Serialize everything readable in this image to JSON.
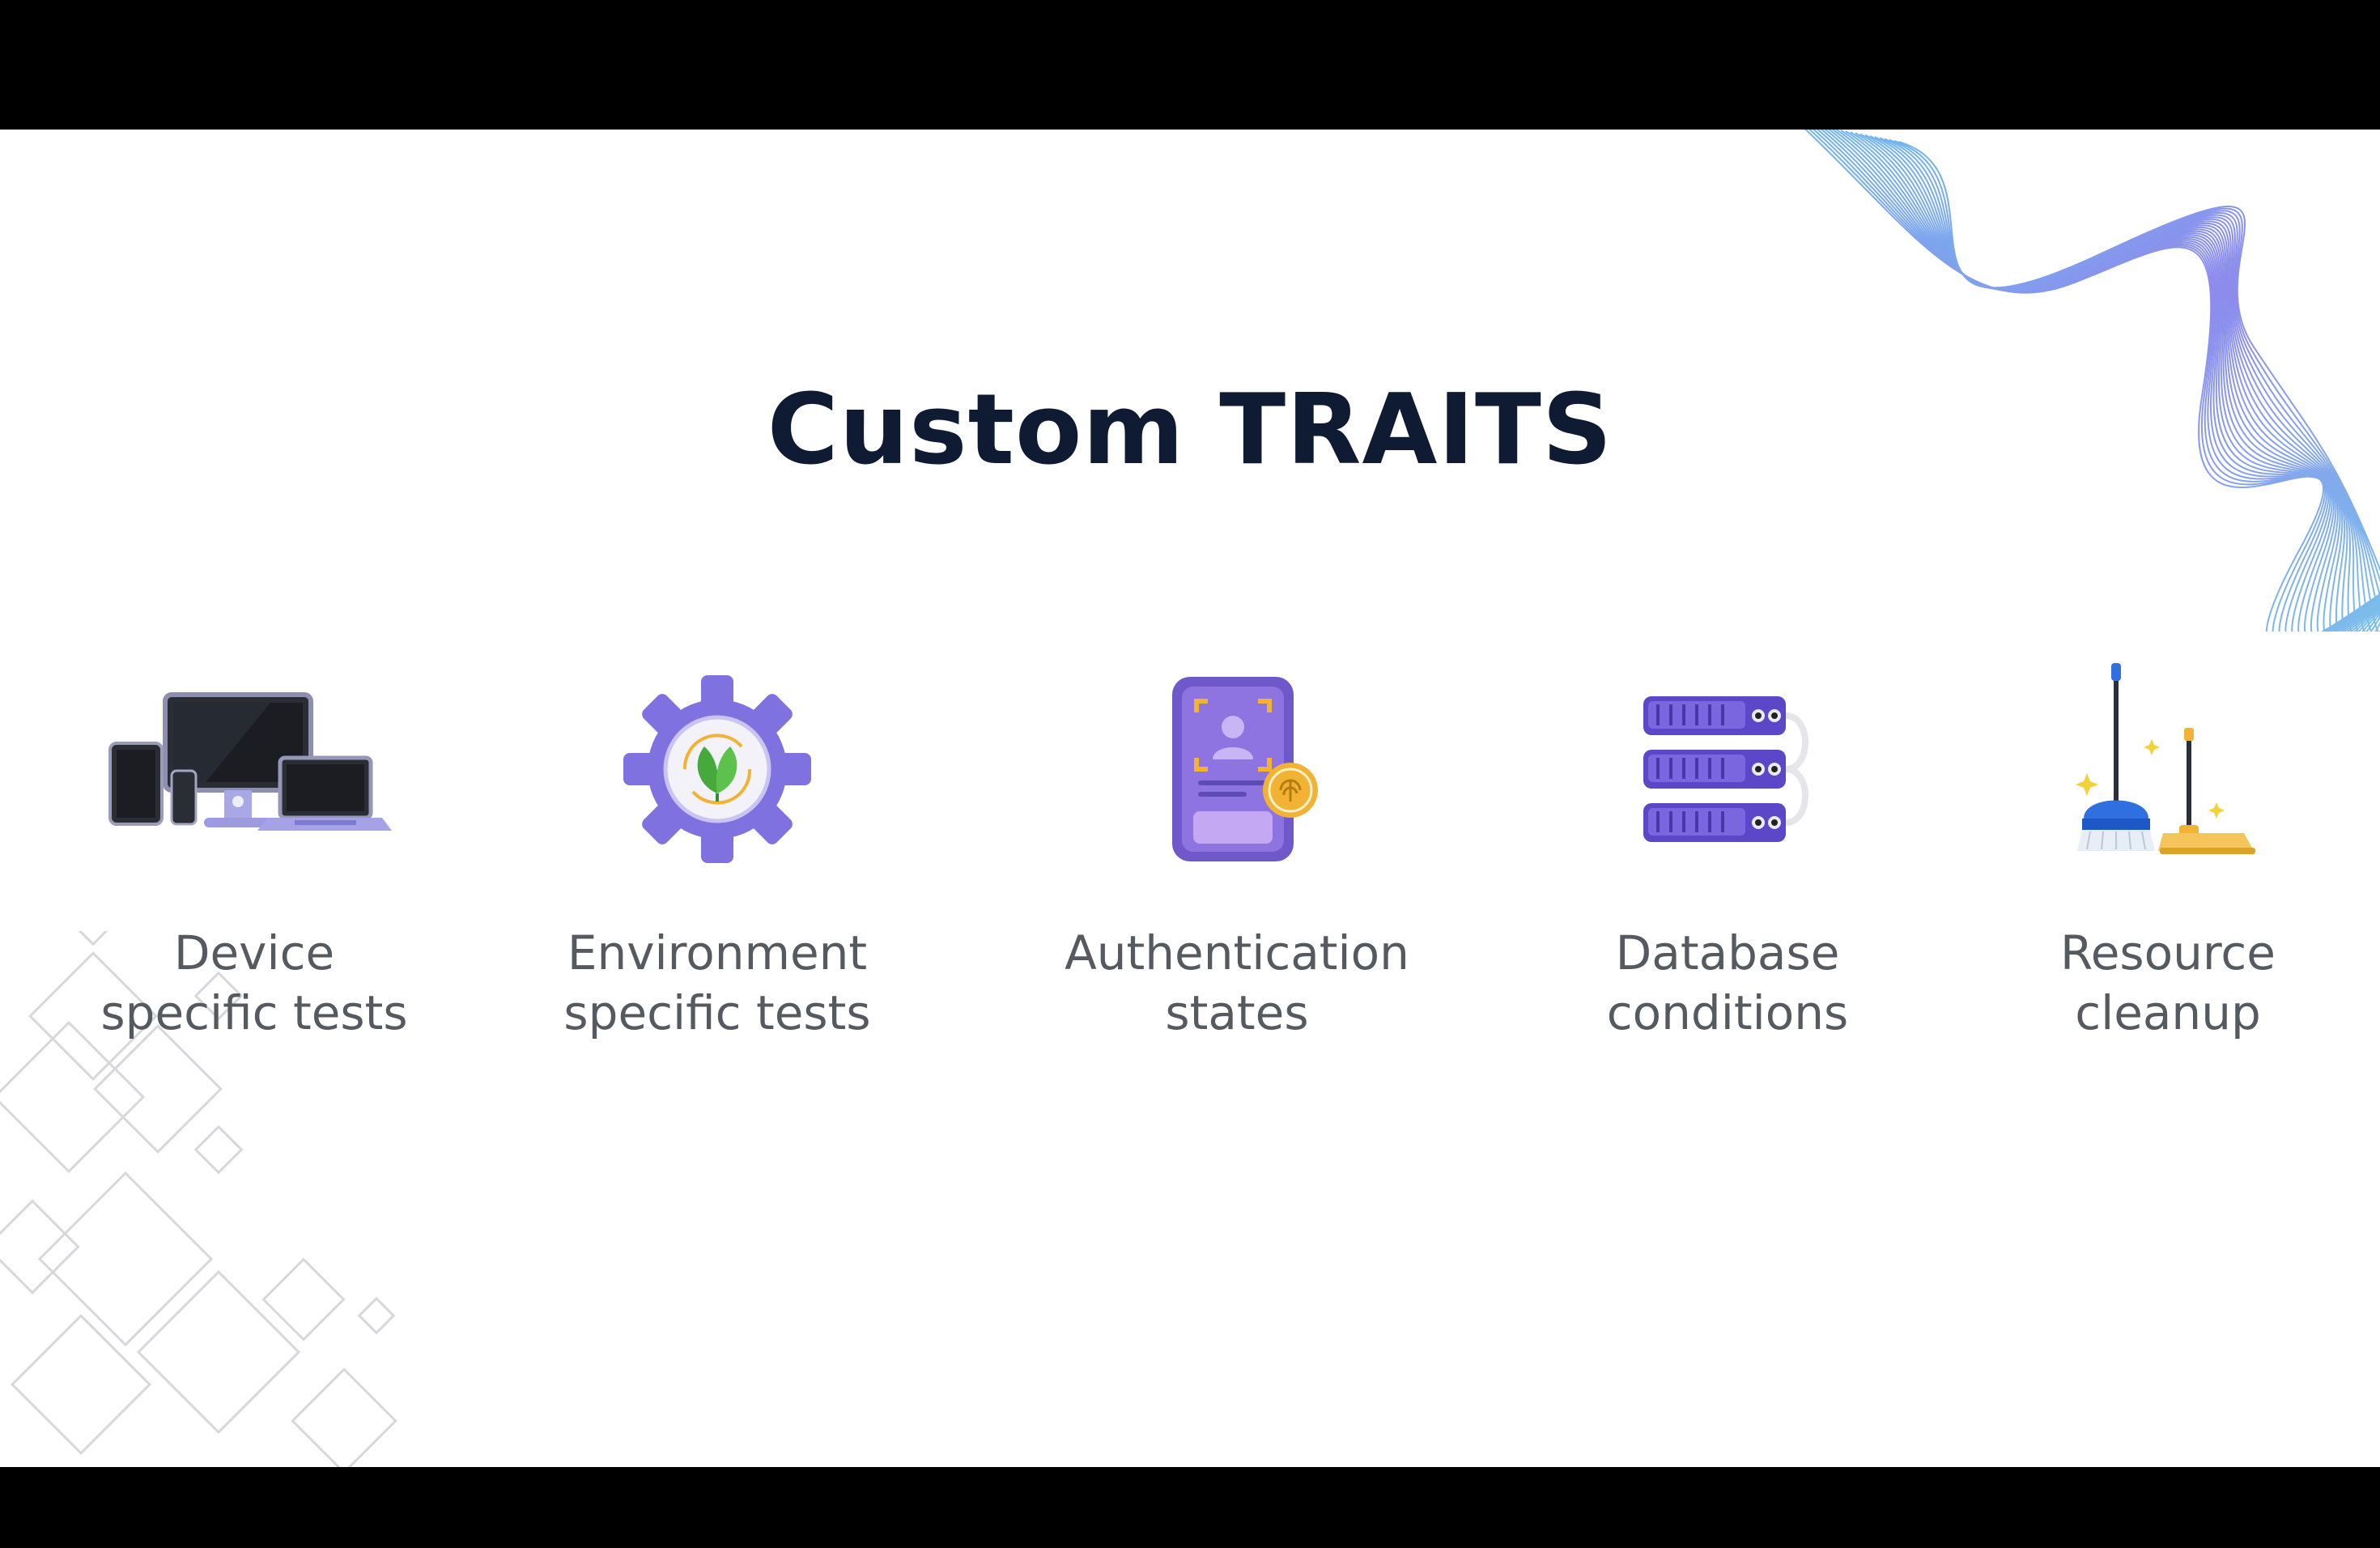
{
  "slide": {
    "title": "Custom TRAITS"
  },
  "traits": [
    {
      "icon": "devices-icon",
      "line1": "Device",
      "line2": "specific tests"
    },
    {
      "icon": "gear-leaf-icon",
      "line1": "Environment",
      "line2": "specific tests"
    },
    {
      "icon": "fingerprint-id-icon",
      "line1": "Authentication",
      "line2": "states"
    },
    {
      "icon": "database-servers-icon",
      "line1": "Database",
      "line2": "conditions"
    },
    {
      "icon": "mop-broom-icon",
      "line1": "Resource",
      "line2": "cleanup"
    }
  ],
  "colors": {
    "title": "#0f1a33",
    "label": "#555a60",
    "accent_purple": "#7b6ee8",
    "accent_blue": "#5aa0e6",
    "accent_gold": "#f2b233"
  }
}
